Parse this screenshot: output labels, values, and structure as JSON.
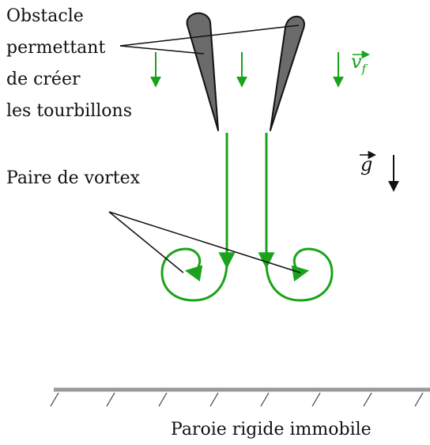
{
  "labels": {
    "obstacle_line1": "Obstacle",
    "obstacle_line2": "permettant",
    "obstacle_line3": "de créer",
    "obstacle_line4": "les tourbillons",
    "vortex_pair": "Paire de vortex",
    "wall": "Paroie rigide immobile"
  },
  "symbols": {
    "fluid_velocity": "v",
    "fluid_velocity_subscript": "f",
    "gravity": "g"
  },
  "colors": {
    "flow": "#1aa31a",
    "obstacle_fill": "#6b6b6b",
    "wall": "#9a9a9a",
    "ink": "#111111"
  }
}
